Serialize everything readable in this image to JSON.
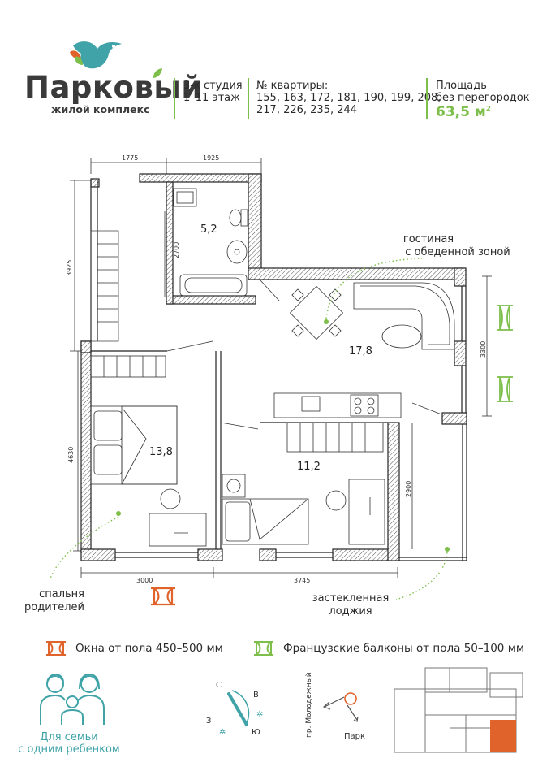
{
  "brand": {
    "title": "Парковый",
    "subtitle": "жилой комплекс",
    "colors": {
      "green": "#7dbf4a",
      "teal": "#3fa3a8",
      "orange": "#e0632b"
    }
  },
  "header": {
    "type_line1": "3-к студия",
    "type_line2": "1–11 этаж",
    "apt_label": "№ квартиры:",
    "apt_line1": "155, 163, 172, 181, 190, 199, 208,",
    "apt_line2": "217, 226, 235, 244",
    "area_label1": "Площадь",
    "area_label2": "без перегородок",
    "area_value": "63,5 м",
    "area_sup": "2"
  },
  "plan": {
    "dims": {
      "d1775": "1775",
      "d1925": "1925",
      "d3925": "3925",
      "d2700": "2700",
      "d4630": "4630",
      "d3300": "3300",
      "d2900": "2900",
      "d3000": "3000",
      "d3745": "3745"
    },
    "areas": {
      "bath": "5,2",
      "living": "17,8",
      "bedroom": "13,8",
      "child": "11,2"
    },
    "labels": {
      "living1": "гостиная",
      "living2": "с обеденной зоной",
      "bed1": "спальня",
      "bed2": "родителей",
      "loggia1": "застекленная",
      "loggia2": "лоджия"
    }
  },
  "legend": {
    "windows": "Окна от пола 450–500 мм",
    "french": "Французские балконы от пола 50–100 мм"
  },
  "family": {
    "line1": "Для семьи",
    "line2": "с одним ребенком"
  },
  "compass": {
    "n": "С",
    "e": "В",
    "s": "Ю",
    "w": "З"
  },
  "location": {
    "street": "пр. Молодежный",
    "park": "Парк"
  }
}
